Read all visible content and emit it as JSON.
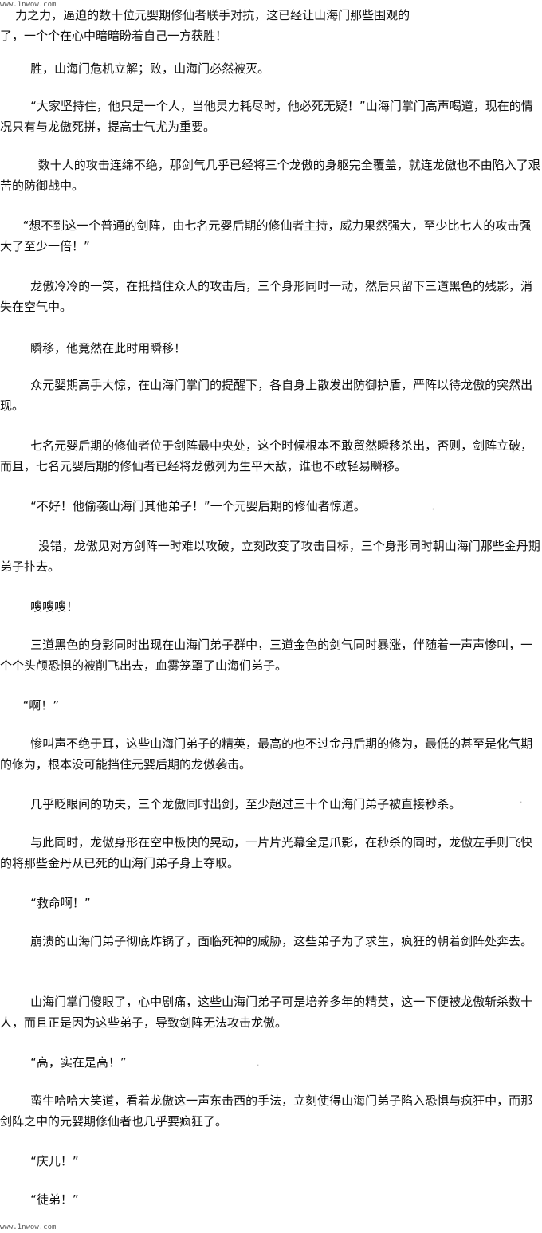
{
  "watermark": "www.1nwow.com",
  "paragraphs": [
    "    力之力，逼迫的数十位元婴期修仙者联手对抗，这已经让山海门那些围观的",
    "了，一个个在心中暗暗盼着自己一方获胜！",
    "        胜，山海门危机立解；败，山海门必然被灭。",
    "        “大家坚持住，他只是一个人，当他灵力耗尽时，他必死无疑！”山海门掌门高声喝道，现在的情况只有与龙傲死拼，提高士气尤为重要。",
    "          数十人的攻击连绵不绝，那剑气几乎已经将三个龙傲的身躯完全覆盖，就连龙傲也不由陷入了艰苦的防御战中。",
    "      “想不到这一个普通的剑阵，由七名元婴后期的修仙者主持，威力果然强大，至少比七人的攻击强大了至少一倍！”",
    "        龙傲冷冷的一笑，在抵挡住众人的攻击后，三个身形同时一动，然后只留下三道黑色的残影，消失在空气中。",
    "        瞬移，他竟然在此时用瞬移！",
    "        众元婴期高手大惊，在山海门掌门的提醒下，各自身上散发出防御护盾，严阵以待龙傲的突然出现。",
    "        七名元婴后期的修仙者位于剑阵最中央处，这个时候根本不敢贸然瞬移杀出，否则，剑阵立破，而且，七名元婴后期的修仙者已经将龙傲列为生平大敌，谁也不敢轻易瞬移。",
    "        “不好！他偷袭山海门其他弟子！”一个元婴后期的修仙者惊道。",
    "          没错，龙傲见对方剑阵一时难以攻破，立刻改变了攻击目标，三个身形同时朝山海门那些金丹期弟子扑去。",
    "        嗖嗖嗖！",
    "        三道黑色的身影同时出现在山海门弟子群中，三道金色的剑气同时暴涨，伴随着一声声惨叫，一个个头颅恐惧的被削飞出去，血雾笼罩了山海们弟子。",
    "      “啊！”",
    "        惨叫声不绝于耳，这些山海门弟子的精英，最高的也不过金丹后期的修为，最低的甚至是化气期的修为，根本没可能挡住元婴后期的龙傲袭击。",
    "        几乎眨眼间的功夫，三个龙傲同时出剑，至少超过三十个山海门弟子被直接秒杀。",
    "        与此同时，龙傲身形在空中极快的晃动，一片片光幕全是爪影，在秒杀的同时，龙傲左手则飞快的将那些金丹从已死的山海门弟子身上夺取。",
    "        “救命啊！”",
    "        崩溃的山海门弟子彻底炸锅了，面临死神的威胁，这些弟子为了求生，疯狂的朝着剑阵处奔去。",
    "        山海门掌门傻眼了，心中剧痛，这些山海门弟子可是培养多年的精英，这一下便被龙傲斩杀数十人，而且正是因为这些弟子，导致剑阵无法攻击龙傲。",
    "        “高，实在是高！”",
    "        蛮牛哈哈大笑道，看着龙傲这一声东击西的手法，立刻使得山海门弟子陷入恐惧与疯狂中，而那剑阵之中的元婴期修仙者也几乎要疯狂了。",
    "        “庆儿！”",
    "        “徒弟！”"
  ]
}
